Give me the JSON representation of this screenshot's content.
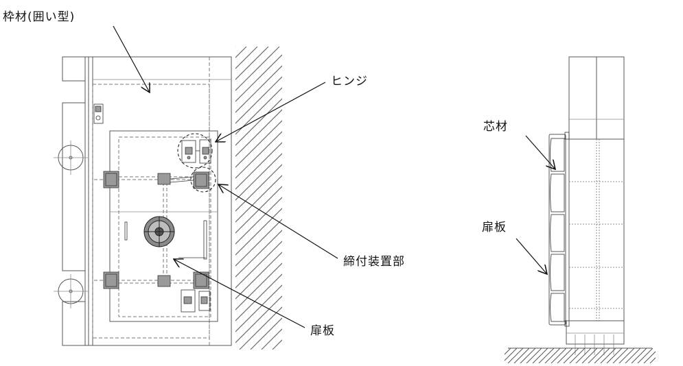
{
  "labels": {
    "frame": "枠材(囲い型)",
    "hinge": "ヒンジ",
    "fastener": "締付装置部",
    "door_front": "扉板",
    "core": "芯材",
    "door_side": "扉板"
  }
}
